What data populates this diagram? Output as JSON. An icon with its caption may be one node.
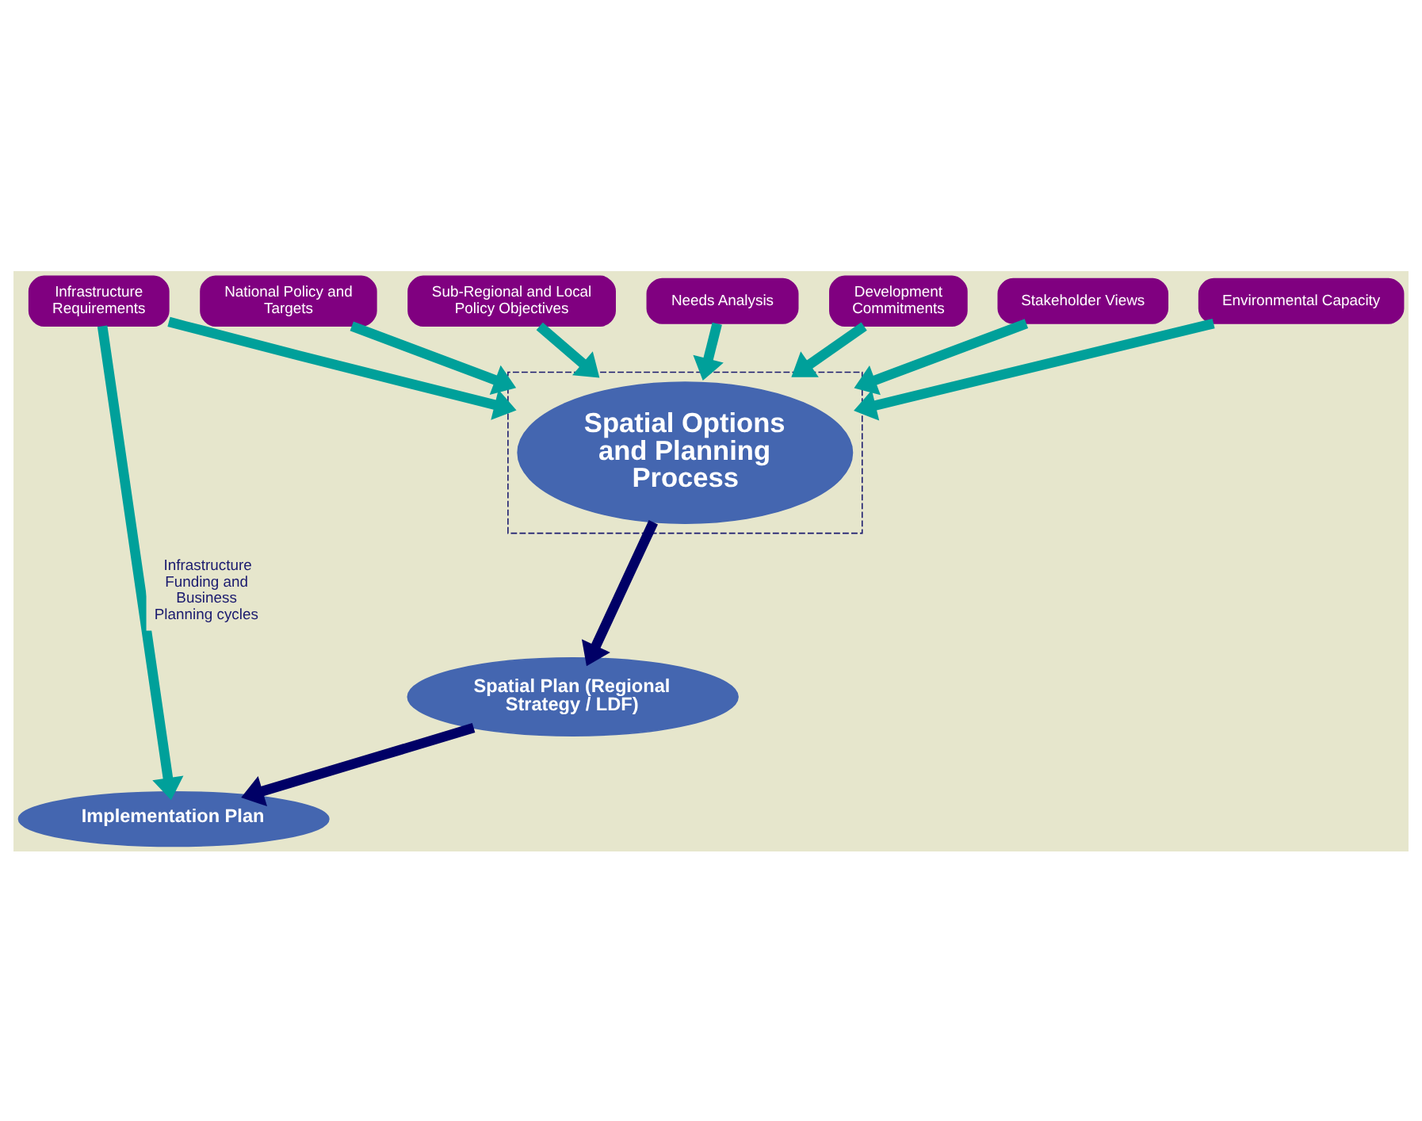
{
  "diagram": {
    "nodes": [
      {
        "text": [
          "National Policy and Targets"
        ]
      },
      {
        "text": [
          "Sub-Regional and Local Policy Objectives"
        ]
      },
      {
        "text": [],
        "shape": "box"
      },
      {
        "text": [
          "Environmental Capacity"
        ]
      },
      {
        "text": [
          "Infrastructure Requirements"
        ]
      },
      {
        "text": [
          "Needs Analysis"
        ]
      },
      {
        "text": [
          "Development Commitments"
        ]
      },
      {
        "text": [
          "Stakeholder Views"
        ]
      },
      {
        "text": [
          "Spatial Options and Planning Process"
        ],
        "in": 2
      },
      {
        "text": [
          "Spatial Plan (Regional Strategy / LDF)"
        ]
      },
      {
        "text": [
          "Implementation Plan"
        ]
      }
    ],
    "edges": [
      {
        "from": 0,
        "to": 2,
        "arrow": "to"
      },
      {
        "from": 1,
        "to": 2,
        "arrow": "to"
      },
      {
        "from": 3,
        "to": 2,
        "arrow": "to"
      },
      {
        "from": 4,
        "to": 2,
        "arrow": "to"
      },
      {
        "from": 5,
        "to": 2,
        "arrow": "to"
      },
      {
        "from": 6,
        "to": 2,
        "arrow": "to"
      },
      {
        "from": 7,
        "to": 2,
        "arrow": "to"
      },
      {
        "from": 8,
        "to": 9,
        "arrow": "to",
        "color": "#000066"
      },
      {
        "from": 9,
        "to": 10,
        "arrow": "to",
        "color": "#000066"
      },
      {
        "from": 4,
        "to": 10,
        "arrow": "to",
        "label": "Infrastructure Funding and Business Planning cycles"
      }
    ]
  }
}
